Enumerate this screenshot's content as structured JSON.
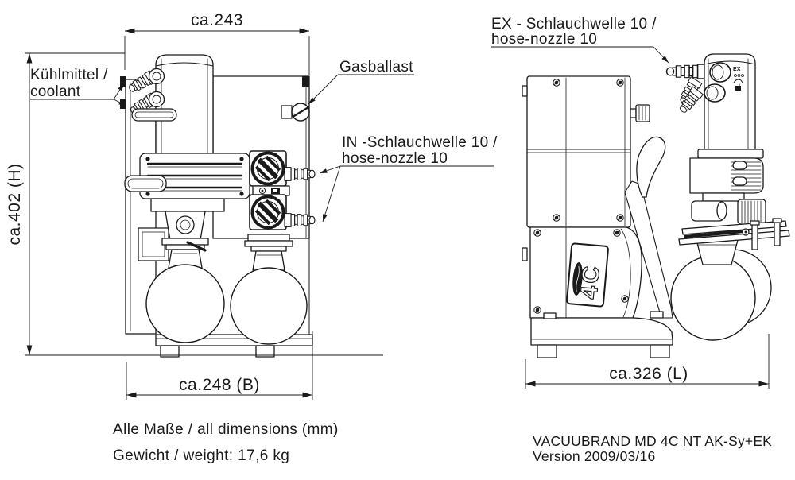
{
  "dimensions": {
    "width": "ca.243",
    "height": "ca.402 (H)",
    "base_width": "ca.248 (B)",
    "length": "ca.326 (L)"
  },
  "labels": {
    "coolant_de": "Kühlmittel /",
    "coolant_en": "coolant",
    "gasballast": "Gasballast",
    "inlet_de": "IN -Schlauchwelle 10 /",
    "inlet_en": "hose-nozzle 10",
    "exhaust_de": "EX - Schlauchwelle 10 /",
    "exhaust_en": "hose-nozzle 10",
    "badge": "4C",
    "port_ex": "EX"
  },
  "footer": {
    "dimensions_note": "Alle Maße / all dimensions (mm)",
    "weight_note": "Gewicht / weight: 17,6 kg",
    "model": "VACUUBRAND MD 4C NT AK-Sy+EK",
    "version": "Version 2009/03/16"
  },
  "colors": {
    "line": "#1a1a1a",
    "background": "#ffffff"
  }
}
